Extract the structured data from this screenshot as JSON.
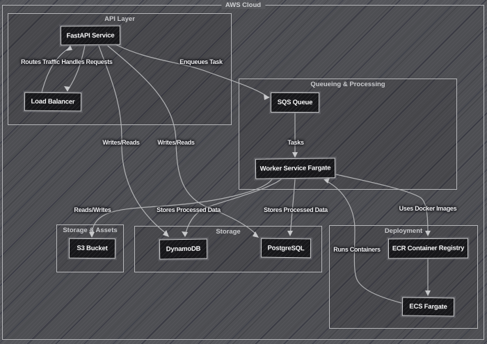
{
  "diagram": {
    "title": "AWS Cloud",
    "containers": [
      {
        "id": "api-layer",
        "label": "API Layer"
      },
      {
        "id": "queueing-processing",
        "label": "Queueing & Processing"
      },
      {
        "id": "storage-assets",
        "label": "Storage & Assets"
      },
      {
        "id": "storage",
        "label": "Storage"
      },
      {
        "id": "deployment",
        "label": "Deployment"
      }
    ],
    "nodes": [
      {
        "id": "fastapi-service",
        "label": "FastAPI Service",
        "container": "API Layer"
      },
      {
        "id": "load-balancer",
        "label": "Load Balancer",
        "container": "API Layer"
      },
      {
        "id": "sqs-queue",
        "label": "SQS Queue",
        "container": "Queueing & Processing"
      },
      {
        "id": "worker-service-fargate",
        "label": "Worker Service Fargate",
        "container": "Queueing & Processing"
      },
      {
        "id": "s3-bucket",
        "label": "S3 Bucket",
        "container": "Storage & Assets"
      },
      {
        "id": "dynamodb",
        "label": "DynamoDB",
        "container": "Storage"
      },
      {
        "id": "postgresql",
        "label": "PostgreSQL",
        "container": "Storage"
      },
      {
        "id": "ecr-container-registry",
        "label": "ECR Container Registry",
        "container": "Deployment"
      },
      {
        "id": "ecs-fargate",
        "label": "ECS Fargate",
        "container": "Deployment"
      }
    ],
    "edges": [
      {
        "from": "load-balancer",
        "to": "fastapi-service",
        "label": "Routes Traffic"
      },
      {
        "from": "fastapi-service",
        "to": "load-balancer",
        "label": "Handles Requests"
      },
      {
        "from": "fastapi-service",
        "to": "sqs-queue",
        "label": "Enqueues Task"
      },
      {
        "from": "sqs-queue",
        "to": "worker-service-fargate",
        "label": "Tasks"
      },
      {
        "from": "fastapi-service",
        "to": "dynamodb",
        "label": "Writes/Reads"
      },
      {
        "from": "fastapi-service",
        "to": "postgresql",
        "label": "Writes/Reads"
      },
      {
        "from": "worker-service-fargate",
        "to": "s3-bucket",
        "label": "Reads/Writes"
      },
      {
        "from": "worker-service-fargate",
        "to": "dynamodb",
        "label": "Stores Processed Data"
      },
      {
        "from": "worker-service-fargate",
        "to": "postgresql",
        "label": "Stores Processed Data"
      },
      {
        "from": "worker-service-fargate",
        "to": "ecr-container-registry",
        "label": "Uses Docker Images"
      },
      {
        "from": "ecs-fargate",
        "to": "worker-service-fargate",
        "label": "Runs Containers"
      },
      {
        "from": "ecr-container-registry",
        "to": "ecs-fargate",
        "label": ""
      }
    ],
    "colors": {
      "background": "#54555a",
      "container_border": "#b5b6b9",
      "node_fill": "#17171a",
      "node_border": "#d3d4d6",
      "edge_stroke": "#b7b8bb",
      "label_text": "#eeeef0"
    }
  }
}
